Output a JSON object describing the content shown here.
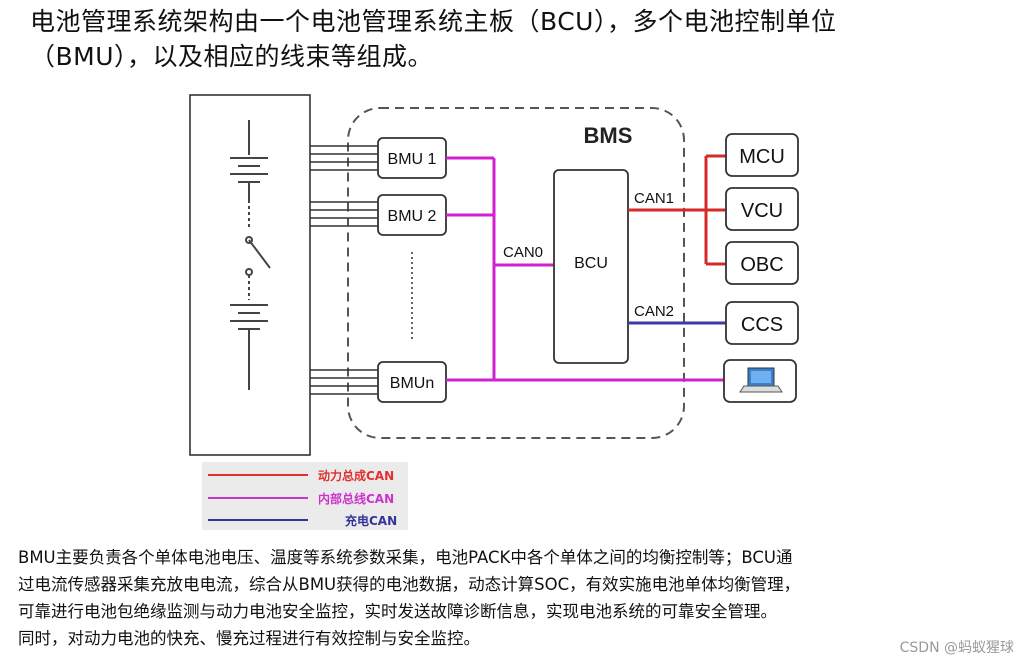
{
  "title": {
    "line1": "电池管理系统架构由一个电池管理系统主板（BCU），多个电池控制单位",
    "line2": "（BMU），以及相应的线束等组成。"
  },
  "diagram": {
    "bms_label": "BMS",
    "bmu": [
      "BMU 1",
      "BMU 2",
      "BMUn"
    ],
    "bcu": "BCU",
    "can0": "CAN0",
    "can1": "CAN1",
    "can2": "CAN2",
    "ecus": [
      "MCU",
      "VCU",
      "OBC"
    ],
    "ccs": "CCS",
    "legend": [
      {
        "label": "动力总成CAN",
        "color": "#e03030"
      },
      {
        "label": "内部总线CAN",
        "color": "#cc33cc"
      },
      {
        "label": "充电CAN",
        "color": "#333399"
      }
    ]
  },
  "colors": {
    "power_can": "#d42a2a",
    "internal_can": "#d11fd1",
    "charge_can": "#3a3aa8"
  },
  "caption": {
    "lines": [
      "BMU主要负责各个单体电池电压、温度等系统参数采集，电池PACK中各个单体之间的均衡控制等；BCU通",
      " 过电流传感器采集充放电电流，综合从BMU获得的电池数据，动态计算SOC，有效实施电池单体均衡管理，",
      "可靠进行电池包绝缘监测与动力电池安全监控，实时发送故障诊断信息，实现电池系统的可靠安全管理。",
      "同时，对动力电池的快充、慢充过程进行有效控制与安全监控。"
    ]
  },
  "watermark": "CSDN @蚂蚁猩球"
}
